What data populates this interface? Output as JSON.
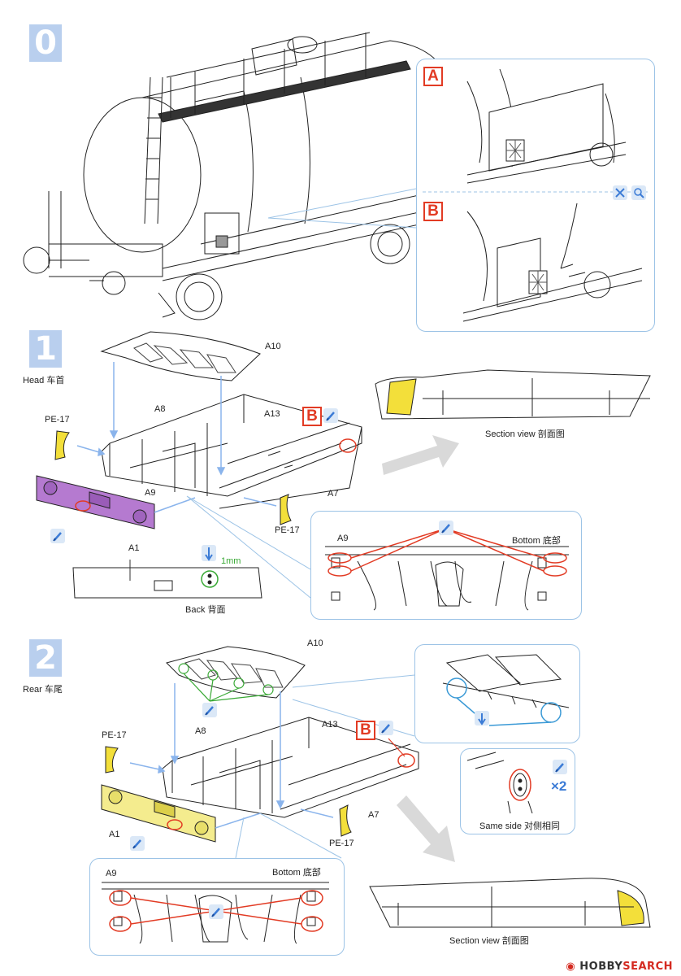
{
  "steps": [
    {
      "number": "0",
      "caption": ""
    },
    {
      "number": "1",
      "caption": "Head 车首"
    },
    {
      "number": "2",
      "caption": "Rear 车尾"
    }
  ],
  "step0": {
    "variant_a": "A",
    "variant_b": "B"
  },
  "step1": {
    "parts": {
      "a10": "A10",
      "a8": "A8",
      "a13": "A13",
      "a9": "A9",
      "a7": "A7",
      "pe17_left": "PE-17",
      "pe17_right": "PE-17",
      "a1": "A1"
    },
    "variant": "B",
    "hole_size": "1mm",
    "back_caption": "Back 背面",
    "section_caption": "Section view 剖面图",
    "bottom": {
      "part": "A9",
      "caption": "Bottom 底部"
    }
  },
  "step2": {
    "parts": {
      "a10": "A10",
      "a8": "A8",
      "a13": "A13",
      "a7": "A7",
      "pe17_left": "PE-17",
      "pe17_right": "PE-17",
      "a1": "A1"
    },
    "variant": "B",
    "quantity": "×2",
    "same_side_caption": "Same side 对侧相同",
    "section_caption": "Section view 剖面图",
    "bottom": {
      "part": "A9",
      "caption": "Bottom 底部"
    }
  },
  "watermark": {
    "brand_a": "HOBBY",
    "brand_b": "SEARCH"
  },
  "colors": {
    "badge": "#b9cfee",
    "arrow": "#8ab4ec",
    "detail_border": "#9cc3e6",
    "highlight_red": "#e23b24",
    "bumper_purple": "#b57ad0",
    "bumper_yellow": "#f4ec8e",
    "pe_yellow": "#f3df3a",
    "glue_green": "#39a935"
  }
}
